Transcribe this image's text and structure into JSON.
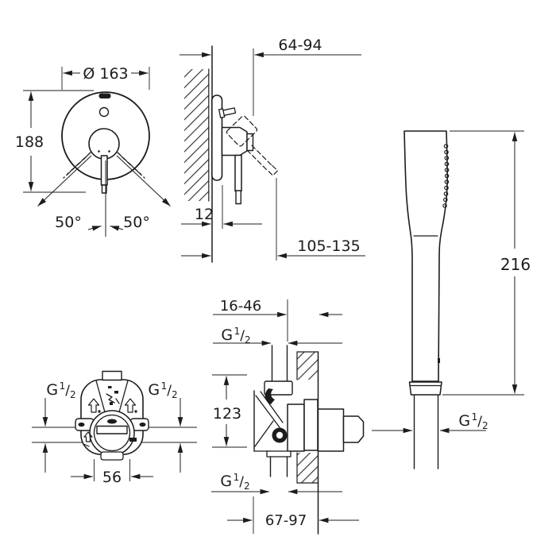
{
  "palette": {
    "background": "#ffffff",
    "ink": "#1c1c1c"
  },
  "views": {
    "trim_front": {
      "dims": {
        "diameter": "Ø 163",
        "overall_height": "188",
        "lever_angle_left": "50°",
        "lever_angle_right": "50°"
      }
    },
    "trim_side": {
      "dims": {
        "wall_to_handle": "64-94",
        "plate_to_wall": "12",
        "wall_to_lever_tip": "105-135"
      }
    },
    "hand_shower": {
      "dims": {
        "length": "216"
      }
    },
    "rough_in_front": {
      "dims": {
        "cartridge_diameter": "56"
      }
    },
    "rough_in_side": {
      "dims": {
        "installation_depth": "16-46",
        "connection_spacing": "123",
        "body_to_wall": "67-97"
      }
    }
  },
  "thread": {
    "g": "G",
    "numerator": "1",
    "slash": "/",
    "denominator": "2"
  },
  "icons": {
    "flow_arrow": "up-arrow",
    "wall_hatch": "diagonal-section-hatch",
    "spray_nozzles": "dot-column"
  }
}
